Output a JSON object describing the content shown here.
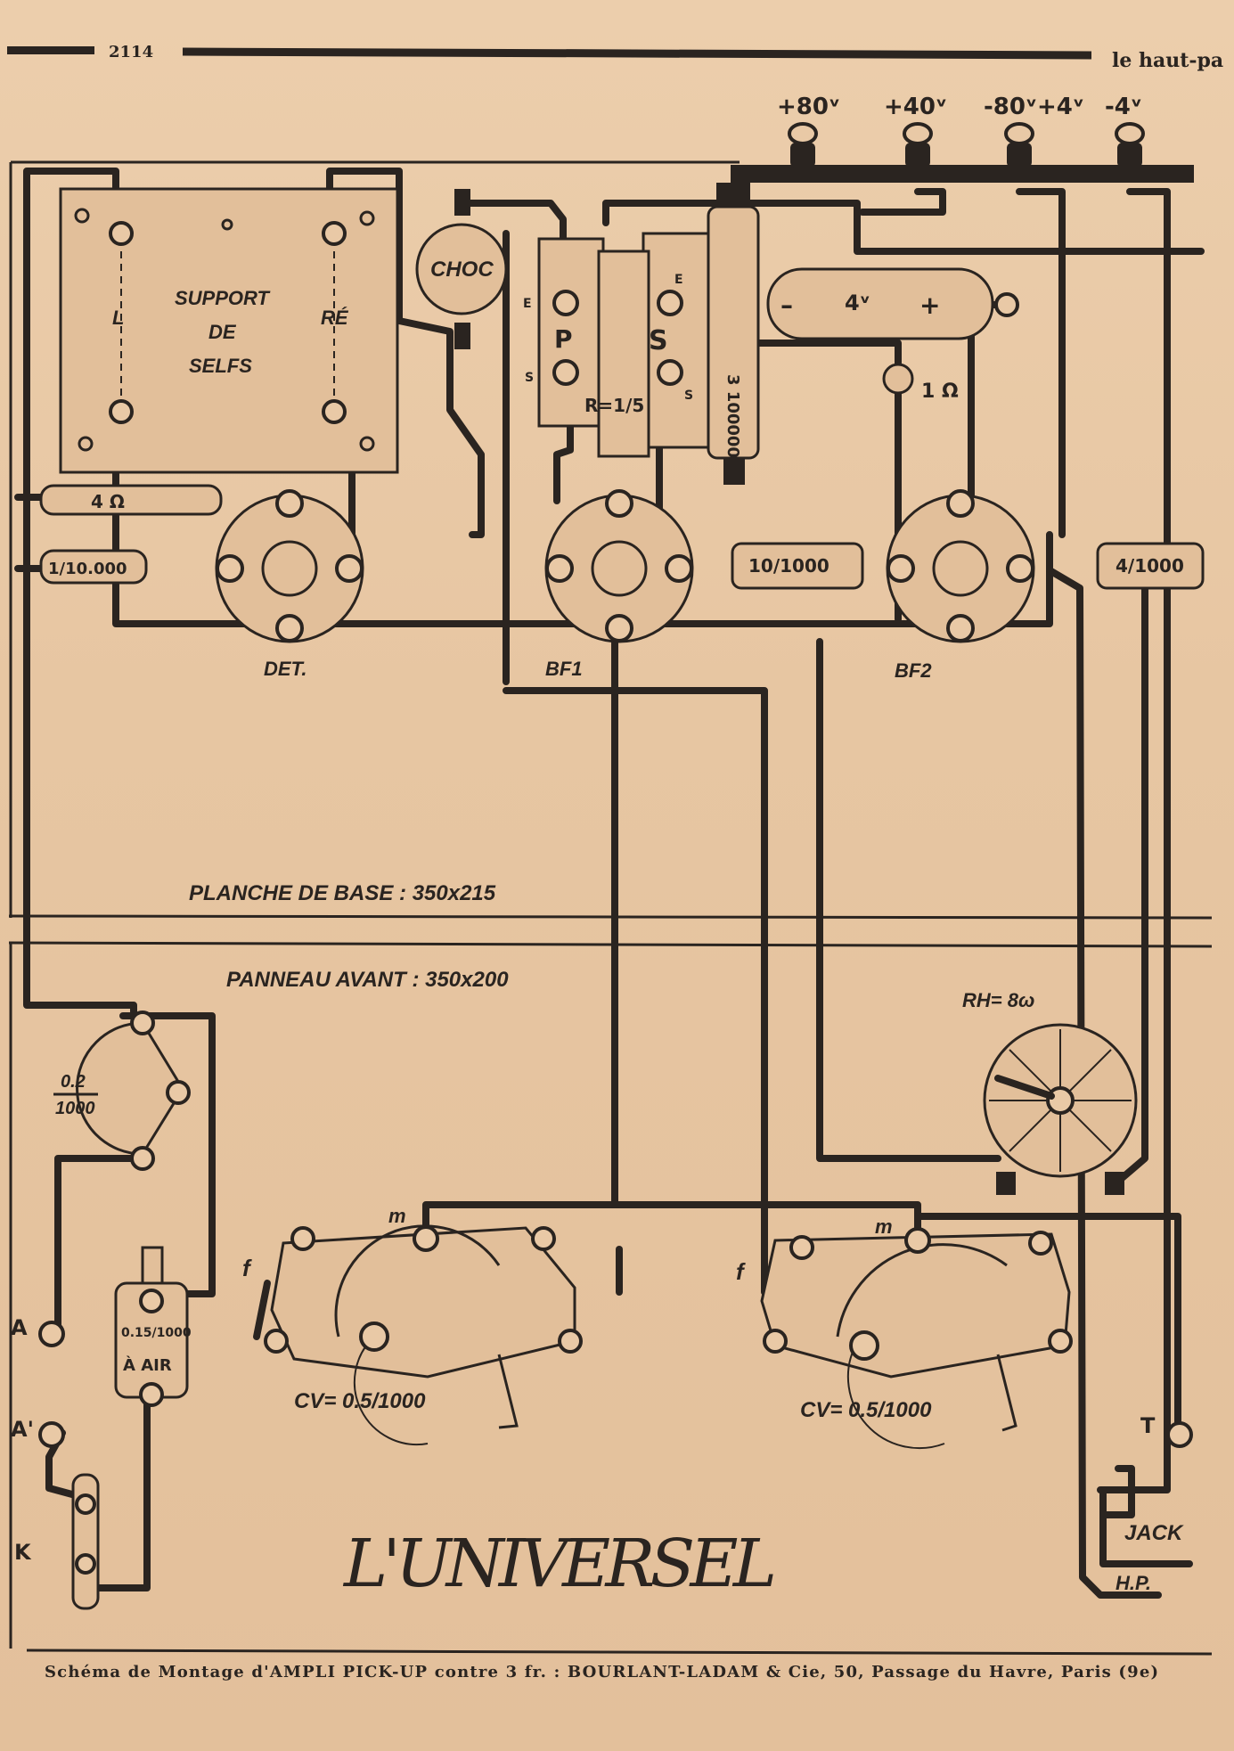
{
  "header": {
    "page_number": "2114",
    "masthead": "le haut-pa"
  },
  "terminals": {
    "plus80": "+80ᵛ",
    "plus40": "+40ᵛ",
    "minus80_plus4": "-80ᵛ+4ᵛ",
    "minus4": "-4ᵛ"
  },
  "coil_support": {
    "text_line1": "SUPPORT",
    "text_line2": "DE",
    "text_line3": "SELFS",
    "l_label": "L",
    "re_label": "RÉ"
  },
  "choke": {
    "label": "CHOC"
  },
  "transformer": {
    "p_label": "P",
    "s_label": "S",
    "ratio": "R=1/5",
    "e1": "E",
    "s1": "S",
    "e2": "E",
    "s2": "S"
  },
  "capacitor_vertical": {
    "label": "3 100000"
  },
  "battery": {
    "minus": "–",
    "value": "4ᵛ",
    "plus": "+"
  },
  "rheostat_small": {
    "label": "1 Ω"
  },
  "resistors": {
    "r4ohm": "4 Ω",
    "c1_10000": "1/10.000",
    "c10_1000": "10/1000",
    "c4_1000": "4/1000"
  },
  "tubes": {
    "det": "DET.",
    "bf1": "BF1",
    "bf2": "BF2"
  },
  "boards": {
    "base": "PLANCHE DE BASE : 350x215",
    "front": "PANNEAU AVANT : 350x200"
  },
  "front_panel": {
    "cap_fixed_num": "0.2",
    "cap_fixed_den": "1000",
    "rheostat": "RH= 8ω",
    "air_cap_value": "0.15/1000",
    "air_cap_text": "À AIR",
    "cv1": "CV= 0.5/1000",
    "cv2": "CV= 0.5/1000",
    "m1": "m",
    "m2": "m",
    "f1": "f",
    "f2": "f",
    "a": "A",
    "a_prime": "A'",
    "k": "K",
    "t": "T",
    "jack": "JACK",
    "hp": "H.P."
  },
  "title": "L'UNIVERSEL",
  "footer": "Schéma de Montage d'AMPLI PICK-UP contre 3 fr. : BOURLANT-LADAM & Cie, 50, Passage du Havre, Paris (9e)"
}
